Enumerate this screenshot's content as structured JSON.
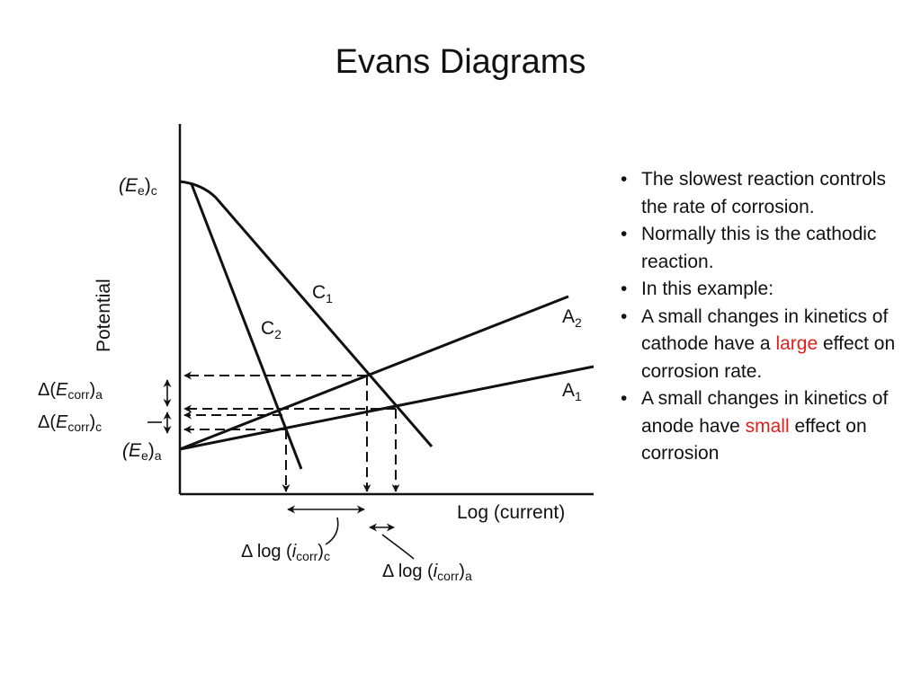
{
  "title": "Evans Diagrams",
  "diagram": {
    "axis_x_label": "Log (current)",
    "axis_y_label": "Potential",
    "ee_c": {
      "main": "(E",
      "sub": "e",
      "close": ")",
      "sub2": "c"
    },
    "ee_a": {
      "main": "(E",
      "sub": "e",
      "close": ")",
      "sub2": "a"
    },
    "decorr_a": {
      "pre": "Δ(",
      "main": "E",
      "sub": "corr",
      "close": ")",
      "sub2": "a"
    },
    "decorr_c": {
      "pre": "Δ(",
      "main": "E",
      "sub": "corr",
      "close": ")",
      "sub2": "c"
    },
    "dlog_c": {
      "pre": "Δ log (",
      "main": "i",
      "sub": "corr",
      "close": ")",
      "sub2": "c"
    },
    "dlog_a": {
      "pre": "Δ log (",
      "main": "i",
      "sub": "corr",
      "close": ")",
      "sub2": "a"
    },
    "curves": {
      "c1": {
        "main": "C",
        "sub": "1"
      },
      "c2": {
        "main": "C",
        "sub": "2"
      },
      "a1": {
        "main": "A",
        "sub": "1"
      },
      "a2": {
        "main": "A",
        "sub": "2"
      }
    }
  },
  "bullets": [
    {
      "parts": [
        {
          "text": "The slowest reaction controls the rate of corrosion."
        }
      ]
    },
    {
      "parts": [
        {
          "text": "Normally this is the cathodic reaction."
        }
      ]
    },
    {
      "parts": [
        {
          "text": "In this example:"
        }
      ]
    },
    {
      "parts": [
        {
          "text": "A small changes in kinetics of cathode have a "
        },
        {
          "text": "large",
          "highlight": true
        },
        {
          "text": " effect on corrosion rate."
        }
      ]
    },
    {
      "parts": [
        {
          "text": "A small changes in kinetics of anode have "
        },
        {
          "text": "small",
          "highlight": true
        },
        {
          "text": " effect on corrosion"
        }
      ]
    }
  ],
  "colors": {
    "highlight": "#e0201c",
    "ink": "#111111"
  }
}
